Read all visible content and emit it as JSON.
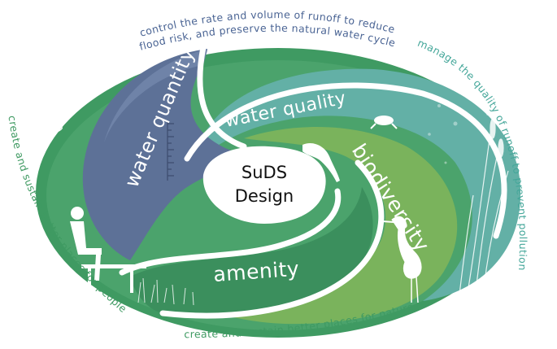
{
  "center": {
    "line1": "SuDS",
    "line2": "Design"
  },
  "segments": {
    "water_quantity": "water quantity",
    "water_quality": "water quality",
    "biodiversity": "biodiversity",
    "amenity": "amenity"
  },
  "outer_captions": {
    "top_line1": "control the rate and volume of runoff to reduce",
    "top_line2": "flood risk, and preserve the natural water cycle",
    "right": "manage the quality of runoff to prevent pollution",
    "bottom": "create and sustain better places for nature",
    "left": "create and sustain better places for people"
  },
  "colors": {
    "quantity": "#5d7197",
    "quality": "#63b0a6",
    "biodiversity": "#7ab35c",
    "amenity": "#3b8f5d",
    "outer_ring": "#3f9a62",
    "caption_blue": "#4a6494",
    "caption_teal": "#45a79a",
    "caption_green": "#3f9a62"
  }
}
